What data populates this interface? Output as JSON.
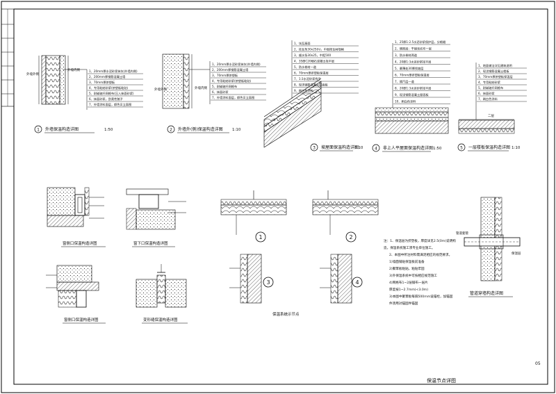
{
  "sheet": {
    "title": "保温节点详图",
    "number": "05"
  },
  "details": {
    "d1": {
      "circle": "1",
      "title": "外墙保温构造详图",
      "scale": "1:50",
      "left_label": "外墙外侧",
      "right_label": "外墙内侧"
    },
    "d2": {
      "circle": "2",
      "title": "外墙外(侧)保温构造详图",
      "scale": "1:10",
      "side_label": "外墙外侧",
      "right_label": "外墙内侧"
    },
    "d3": {
      "circle": "3",
      "title": "坡屋面保温构造详图",
      "scale": "1:10"
    },
    "d4": {
      "circle": "4",
      "title": "非上人平屋面保温构造详图",
      "scale": "1:50"
    },
    "d5": {
      "circle": "5",
      "title": "一层楼板保温构造详图",
      "scale": "1:10",
      "mark": "二层"
    },
    "window1": {
      "title": "窗侧口保温构造详图"
    },
    "window2": {
      "title": "窗下口保温构造详图"
    },
    "window3": {
      "title": "窗侧口保温构造详图"
    },
    "joint": {
      "title": "变形缝保温构造详图"
    },
    "system": {
      "title": "保温系统示节点"
    },
    "pipe": {
      "title": "管道穿墙构造详图",
      "label1": "管道套管",
      "label2": "保温层"
    }
  },
  "notes": {
    "lines": [
      "注：1、保温层为挤塑板，厚度详见2.5(0m)说明构",
      "造，保温系统施工须专业单位施工。",
      "2、本图中所注材料需满足相应的规范要求。",
      "1)墙面铺贴保温板前准备",
      "2)聚苯板粘贴，粘贴牢固",
      "3)外保温系统中可按相应规范施工",
      "4)网格布1~2层铺布一层片",
      "厚度按1~2.7mm(<3.0m)",
      "3)本图中聚苯板每隔500mm设锚栓，加锚固",
      "件须用对锚固件锚固"
    ]
  },
  "wall_layers_1": [
    "1、20mm厚水泥砂浆抹灰(外墙内侧)",
    "2、200mm厚钢筋混凝土墙",
    "3、70mm厚挤塑板",
    "4、专用粘结砂浆(挤塑板粘贴)",
    "5、耐碱玻纤网格布(压入抹面砂浆)",
    "6、抹面砂浆，刮柔性腻子",
    "7、外墙涂料面层，颜色见立面图"
  ],
  "wall_layers_2": [
    "1、20mm厚水泥砂浆抹灰(外墙内侧)",
    "2、200mm厚钢筋混凝土墙",
    "3、70mm厚挤塑板",
    "4、专用粘结砂浆(挤塑板粘贴)",
    "5、耐碱玻纤网格布",
    "6、抹面砂浆",
    "7、外墙涂料面层，颜色见立面图"
  ],
  "roof_layers_3": [
    "1、块瓦屋面",
    "2、挂瓦条30x25(h)，中距按瓦材规格",
    "3、顺水条30x25，中距500",
    "4、35厚C20细石混凝土找平层",
    "5、防水卷材一道",
    "6、70mm厚挤塑板保温层",
    "7、1:3水泥砂浆找平",
    "8、现浇钢筋混凝土屋面板",
    "9、刷白色涂料"
  ],
  "roof_layers_4": [
    "1、25厚1:2.5水泥砂浆保护层，分格缝",
    "2、隔离层：干铺无纺布一层",
    "3、防水卷材两道",
    "4、20厚1:3水泥砂浆找平层",
    "5、最薄处30厚找坡层",
    "6、70mm厚挤塑板保温层",
    "7、隔汽层一道",
    "8、20厚1:3水泥砂浆找平层",
    "9、现浇钢筋混凝土屋面板",
    "10、刷白色涂料"
  ],
  "floor_layers_5": [
    "1、地面做法详见建筑说明",
    "2、现浇钢筋混凝土楼板",
    "3、70mm厚挤塑板保温层",
    "4、专用粘结砂浆",
    "5、耐碱玻纤网格布",
    "6、抹面砂浆",
    "7、刷白色涂料"
  ]
}
